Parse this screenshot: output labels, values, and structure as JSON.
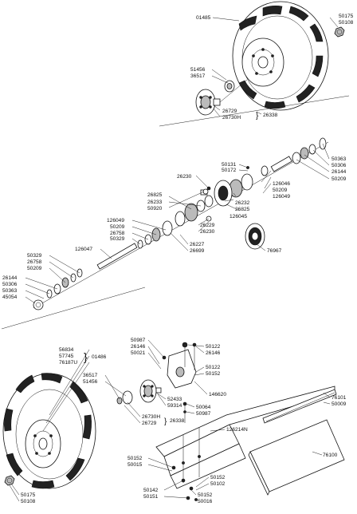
{
  "labels": {
    "top_assembly": {
      "p01485": "01485",
      "p50175_top": "50175",
      "p50108_top": "50108",
      "p51456_top": "51456",
      "p36517_top": "36517",
      "p26729_top": "26729",
      "p26730H_top": "26730H",
      "p26338_top": "26338"
    },
    "axle_assembly": {
      "p50363_r": "50363",
      "p50306_r": "50306",
      "p26144_r": "26144",
      "p50209_r1": "50209",
      "p50131": "50131",
      "p50172": "50172",
      "p126046": "126046",
      "p50209_r2": "50209",
      "p126049_r": "126049",
      "p26230_a": "26230",
      "p26232": "26232",
      "p26825_r": "26825",
      "p126045": "126045",
      "p26825_l": "26825",
      "p26233": "26233",
      "p50920": "50920",
      "p26229": "26229",
      "p26230_b": "26230",
      "p126049_l": "126049",
      "p50209_l": "50209",
      "p26758_l": "26758",
      "p50329_l": "50329",
      "p26227": "26227",
      "p26699": "26699",
      "p76967": "76967",
      "p126047": "126047",
      "p50329_ll": "50329",
      "p26758_ll": "26758",
      "p50209_ll": "50209",
      "p26144_ll": "26144",
      "p50306_ll": "50306",
      "p50363_ll": "50363",
      "p45054": "45054"
    },
    "bottom_assembly": {
      "p56834": "56834",
      "p57745": "57745",
      "p76187U": "76187U",
      "p01486": "01486",
      "p50987_a": "50987",
      "p26146_l": "26146",
      "p50021": "50021",
      "p50122_a": "50122",
      "p26146_r": "26146",
      "p50122_b": "50122",
      "p50152_a": "50152",
      "p36517_b": "36517",
      "p51456_b": "51456",
      "p52433": "52433",
      "p59314": "59314",
      "p146620": "146620",
      "p50064": "50064",
      "p50987_b": "50987",
      "p26730H_b": "26730H",
      "p26338_b": "26338",
      "p26729_b": "26729",
      "p126214N": "126214N",
      "p76101": "76101",
      "p50009": "50009",
      "p50152_b": "50152",
      "p50015": "50015",
      "p76100": "76100",
      "p50152_c": "50152",
      "p50102": "50102",
      "p50142": "50142",
      "p50151": "50151",
      "p50152_d": "50152",
      "p50016": "50016",
      "p50175_b": "50175",
      "p50108_b": "50108"
    }
  }
}
